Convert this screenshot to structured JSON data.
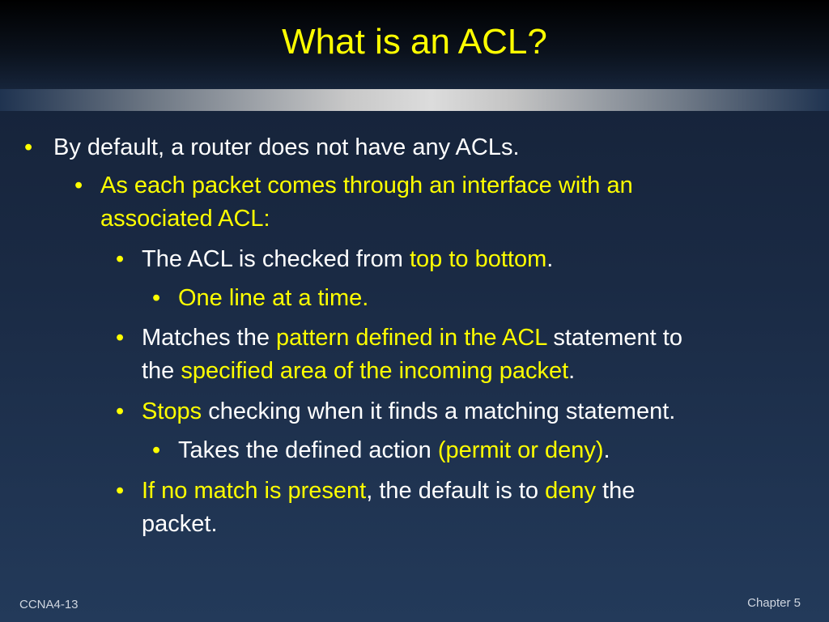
{
  "slide": {
    "title": "What is an ACL?",
    "bullet_char": "•",
    "bullets": [
      {
        "level": 1,
        "color_scheme": "white",
        "segments": [
          {
            "text": "By default, a router does not have any ACLs.",
            "color": "white"
          }
        ]
      },
      {
        "level": 2,
        "segments": [
          {
            "text": "As each packet comes through an interface with an",
            "color": "yellow"
          }
        ],
        "continuation": [
          {
            "text": "associated ACL:",
            "color": "yellow"
          }
        ]
      },
      {
        "level": 3,
        "segments": [
          {
            "text": "The ACL is checked from ",
            "color": "white"
          },
          {
            "text": "top to bottom",
            "color": "yellow"
          },
          {
            "text": ".",
            "color": "white"
          }
        ]
      },
      {
        "level": 4,
        "segments": [
          {
            "text": "One line at a time.",
            "color": "yellow"
          }
        ]
      },
      {
        "level": 3,
        "segments": [
          {
            "text": "Matches the ",
            "color": "white"
          },
          {
            "text": "pattern defined in the ACL",
            "color": "yellow"
          },
          {
            "text": " statement to",
            "color": "white"
          }
        ],
        "continuation": [
          {
            "text": "the ",
            "color": "white"
          },
          {
            "text": "specified area of the incoming packet",
            "color": "yellow"
          },
          {
            "text": ".",
            "color": "white"
          }
        ]
      },
      {
        "level": 3,
        "segments": [
          {
            "text": "Stops",
            "color": "yellow"
          },
          {
            "text": " checking when it finds a matching statement.",
            "color": "white"
          }
        ]
      },
      {
        "level": 4,
        "segments": [
          {
            "text": "Takes the defined action ",
            "color": "white"
          },
          {
            "text": "(permit or deny)",
            "color": "yellow"
          },
          {
            "text": ".",
            "color": "white"
          }
        ]
      },
      {
        "level": 3,
        "segments": [
          {
            "text": "If no match is present",
            "color": "yellow"
          },
          {
            "text": ", the default is to ",
            "color": "white"
          },
          {
            "text": "deny",
            "color": "yellow"
          },
          {
            "text": " the",
            "color": "white"
          }
        ],
        "continuation": [
          {
            "text": "packet.",
            "color": "white"
          }
        ]
      }
    ]
  },
  "footer": {
    "left": "CCNA4-13",
    "right": "Chapter 5"
  },
  "colors": {
    "title": "#ffff00",
    "highlight": "#ffff00",
    "body_text": "#ffffff",
    "background_top": "#142035",
    "background_bottom": "#233a5a"
  }
}
